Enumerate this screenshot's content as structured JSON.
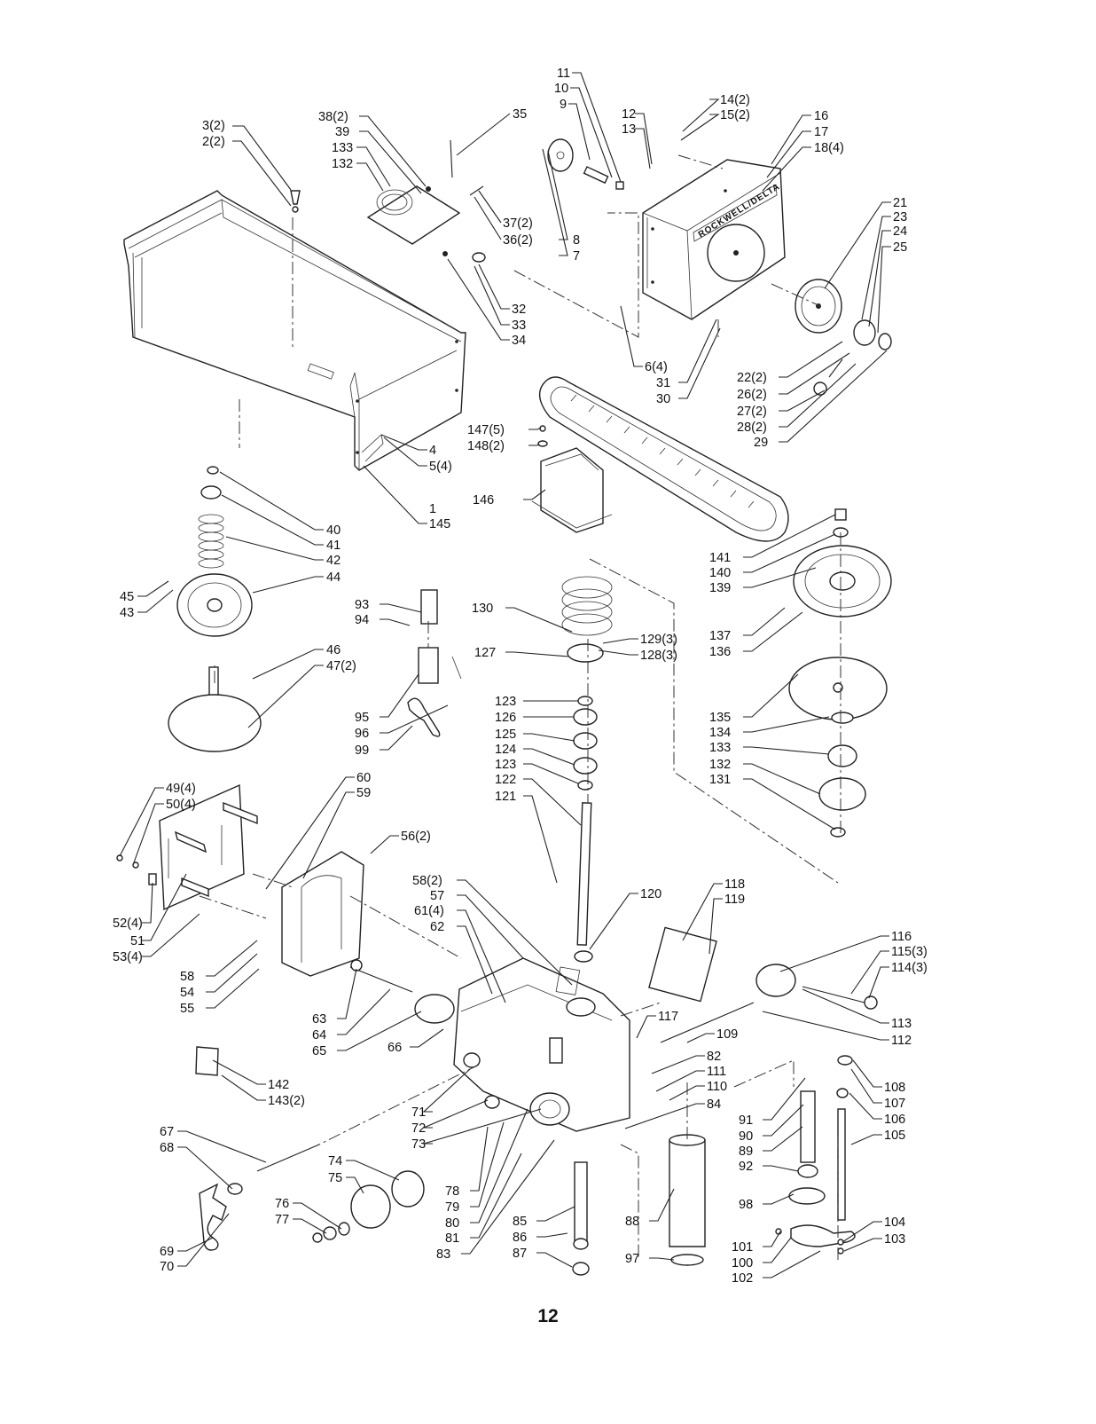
{
  "page": {
    "number": "12"
  },
  "brand_plate": "ROCKWELL/DELTA",
  "labels": [
    "1",
    "145",
    "2(2)",
    "3(2)",
    "4",
    "5(4)",
    "6(4)",
    "7",
    "8",
    "9",
    "10",
    "11",
    "12",
    "13",
    "14(2)",
    "15(2)",
    "16",
    "17",
    "18(4)",
    "21",
    "22(2)",
    "23",
    "24",
    "25",
    "26(2)",
    "27(2)",
    "28(2)",
    "29",
    "30",
    "31",
    "32",
    "33",
    "34",
    "35",
    "36(2)",
    "37(2)",
    "38(2)",
    "39",
    "132",
    "133",
    "40",
    "41",
    "42",
    "43",
    "44",
    "45",
    "46",
    "47(2)",
    "49(4)",
    "50(4)",
    "51",
    "52(4)",
    "53(4)",
    "54",
    "55",
    "56(2)",
    "57",
    "58",
    "58(2)",
    "59",
    "60",
    "61(4)",
    "62",
    "63",
    "64",
    "65",
    "66",
    "67",
    "68",
    "69",
    "70",
    "71",
    "72",
    "73",
    "74",
    "75",
    "76",
    "77",
    "78",
    "79",
    "80",
    "81",
    "82",
    "83",
    "84",
    "85",
    "86",
    "87",
    "88",
    "89",
    "90",
    "91",
    "92",
    "93",
    "94",
    "95",
    "96",
    "97",
    "98",
    "99",
    "100",
    "101",
    "102",
    "103",
    "104",
    "105",
    "106",
    "107",
    "108",
    "109",
    "110",
    "111",
    "112",
    "113",
    "114(3)",
    "115(3)",
    "116",
    "117",
    "118",
    "119",
    "120",
    "121",
    "122",
    "123",
    "123",
    "124",
    "125",
    "126",
    "127",
    "128(3)",
    "129(3)",
    "130",
    "131",
    "132",
    "133",
    "134",
    "135",
    "136",
    "137",
    "139",
    "140",
    "141",
    "142",
    "143(2)",
    "146",
    "147(5)",
    "148(2)"
  ]
}
